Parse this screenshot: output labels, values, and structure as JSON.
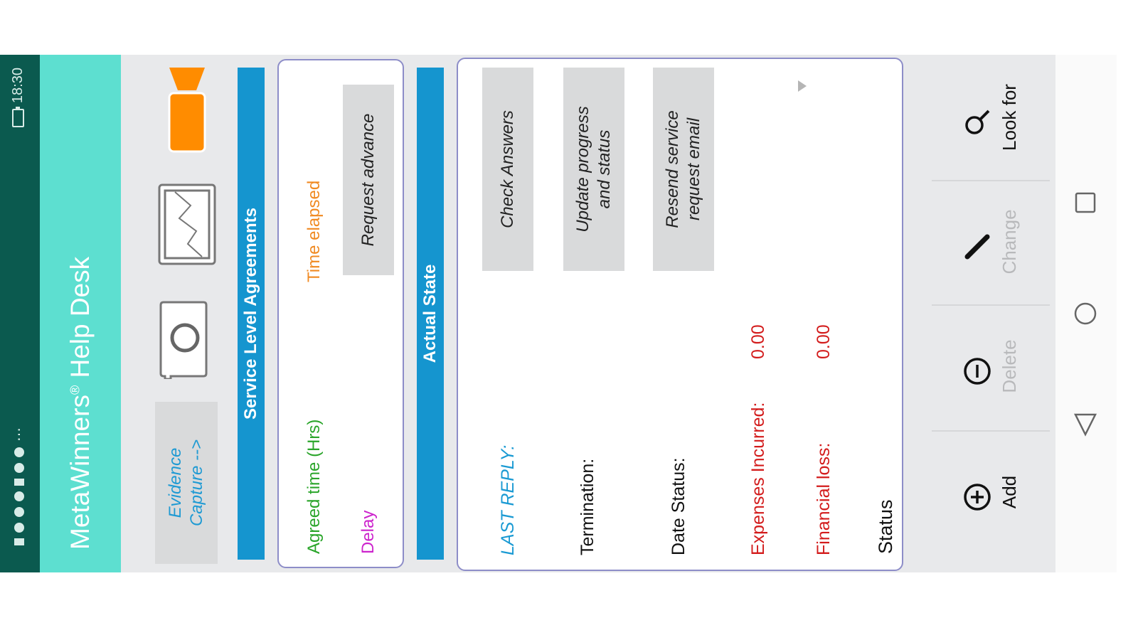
{
  "status_bar": {
    "time": "18:30",
    "icons": [
      "signal-icon",
      "wifi-icon",
      "usb-icon",
      "download-icon",
      "alert-icon",
      "sync-icon",
      "sync-icon",
      "more-dots-icon"
    ],
    "battery": "battery-charging-icon"
  },
  "app_bar": {
    "title": "MetaWinners",
    "registered": "®",
    "title_suffix": " Help Desk",
    "color": "#5ddfd0"
  },
  "evidence": {
    "button_label_line1": "Evidence",
    "button_label_line2": "Capture -->",
    "icons": [
      "camera-icon",
      "image-icon",
      "video-camera-icon"
    ]
  },
  "sla": {
    "header": "Service Level Agreements",
    "agreed_time_label": "Agreed time (Hrs)",
    "time_elapsed_label": "Time elapsed",
    "delay_label": "Delay",
    "request_advance_label": "Request advance"
  },
  "actual_state": {
    "header": "Actual State",
    "buttons": {
      "check_answers": "Check Answers",
      "update_progress_line1": "Update progress",
      "update_progress_line2": "and status",
      "resend_email_line1": "Resend service",
      "resend_email_line2": "request email"
    },
    "last_reply_label": "LAST REPLY:",
    "termination_label": "Termination:",
    "date_status_label": "Date Status:",
    "expenses_label": "Expenses Incurred:",
    "expenses_value": "0.00",
    "financial_loss_label": "Financial loss:",
    "financial_loss_value": "0.00",
    "status_label": "Status"
  },
  "toolbar": {
    "add": "Add",
    "delete": "Delete",
    "change": "Change",
    "look_for": "Look for"
  },
  "nav": [
    "back-icon",
    "home-icon",
    "recents-icon"
  ],
  "colors": {
    "status_bar": "#0b5a4f",
    "section_bar": "#1595cf",
    "agreed": "#2aa52a",
    "elapsed": "#f08a22",
    "delay": "#cc22cc",
    "money": "#d31c1c",
    "link_blue": "#1a9ad3",
    "video_orange": "#ff8c00"
  }
}
